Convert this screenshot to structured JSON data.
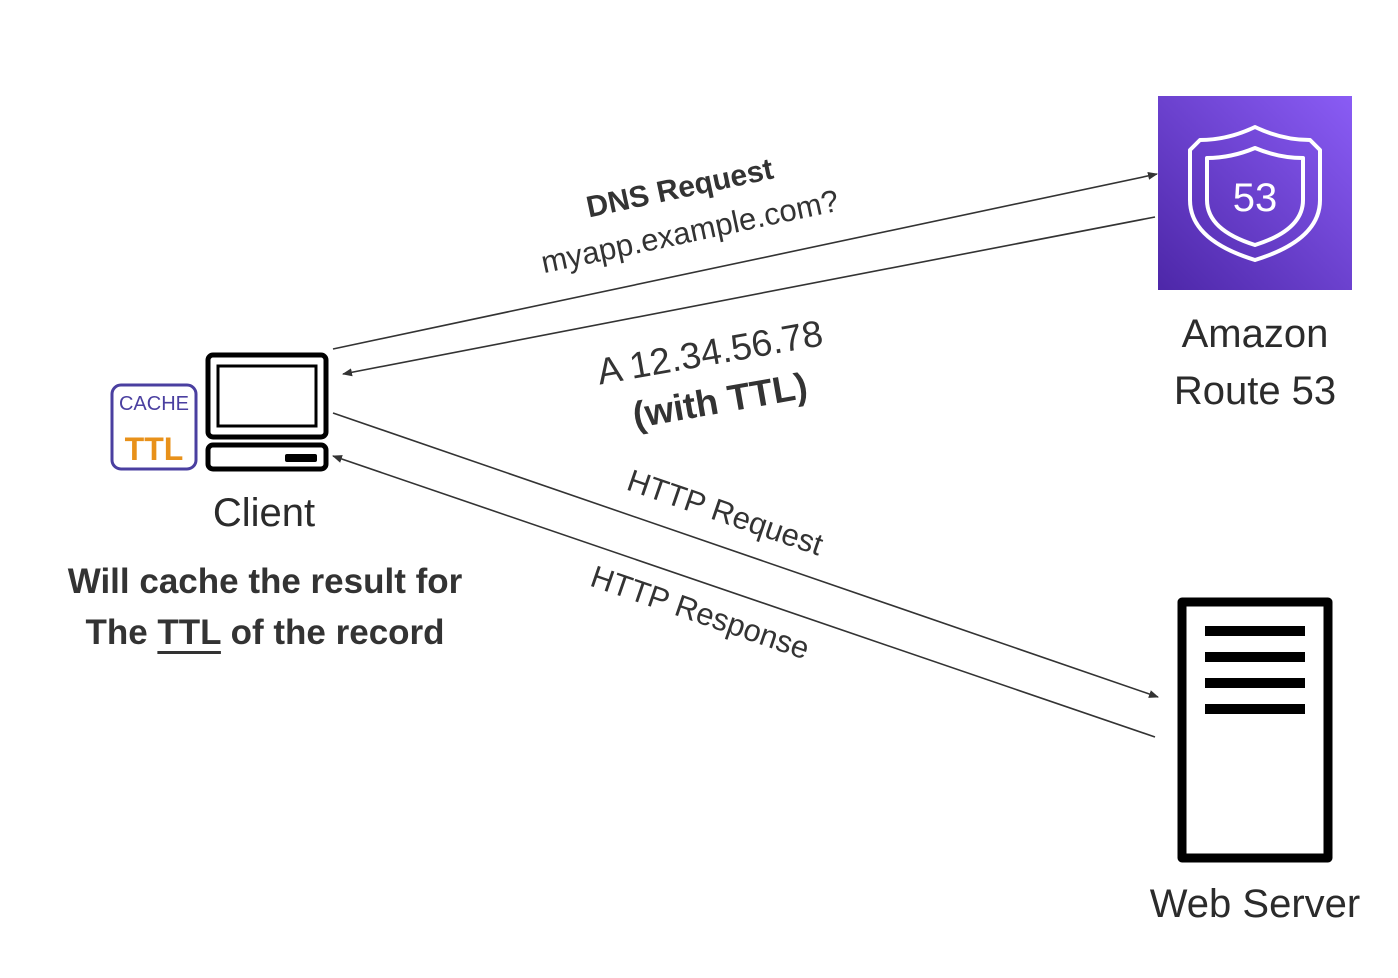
{
  "cache_badge": {
    "top": "CACHE",
    "bottom": "TTL"
  },
  "client": {
    "label": "Client"
  },
  "client_note": {
    "line1": "Will cache the result for",
    "line2_prefix": "The ",
    "line2_emphasis": "TTL",
    "line2_suffix": " of the record"
  },
  "route53": {
    "badge_number": "53",
    "label_line1": "Amazon",
    "label_line2": "Route 53"
  },
  "web_server": {
    "label": "Web Server"
  },
  "messages": {
    "dns_request_title": "DNS Request",
    "dns_request_query": "myapp.example.com?",
    "dns_response_record": "A 12.34.56.78",
    "dns_response_ttl": "(with TTL)",
    "http_request": "HTTP Request",
    "http_response": "HTTP Response"
  },
  "colors": {
    "route53_gradient_top": "#8a5cf5",
    "route53_gradient_bottom": "#4d27a8",
    "cache_border": "#4a3fa0",
    "cache_ttl": "#e8911a",
    "line": "#333333"
  }
}
